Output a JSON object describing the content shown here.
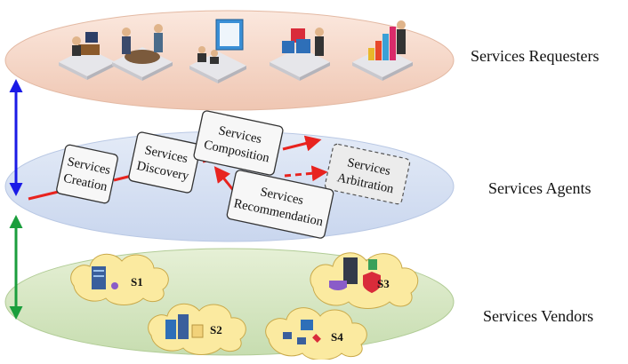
{
  "layers": {
    "requesters": "Services Requesters",
    "agents": "Services Agents",
    "vendors": "Services Vendors"
  },
  "agent_boxes": {
    "creation": {
      "line1": "Services",
      "line2": "Creation"
    },
    "discovery": {
      "line1": "Services",
      "line2": "Discovery"
    },
    "composition": {
      "line1": "Services",
      "line2": "Composition"
    },
    "arbitration": {
      "line1": "Services",
      "line2": "Arbitration"
    },
    "recommendation": {
      "line1": "Services",
      "line2": "Recommendation"
    }
  },
  "vendor_clouds": {
    "s1": "S1",
    "s2": "S2",
    "s3": "S3",
    "s4": "S4"
  },
  "colors": {
    "requesters_disc": "#f5d9cc",
    "agents_disc": "#d6e0f2",
    "vendors_disc": "#d9e8c4",
    "flow_arrow": "#e8231f",
    "requester_agent_arrow": "#1a1ae6",
    "agent_vendor_arrow": "#1a9e3c",
    "cloud_fill": "#fbeaa0"
  },
  "icons": [
    "office-worker-icon",
    "meeting-icon",
    "presentation-icon",
    "puzzle-teamwork-icon",
    "growth-chart-icon",
    "server-icon",
    "cloud-icon",
    "database-icon",
    "shield-icon",
    "network-icon"
  ]
}
